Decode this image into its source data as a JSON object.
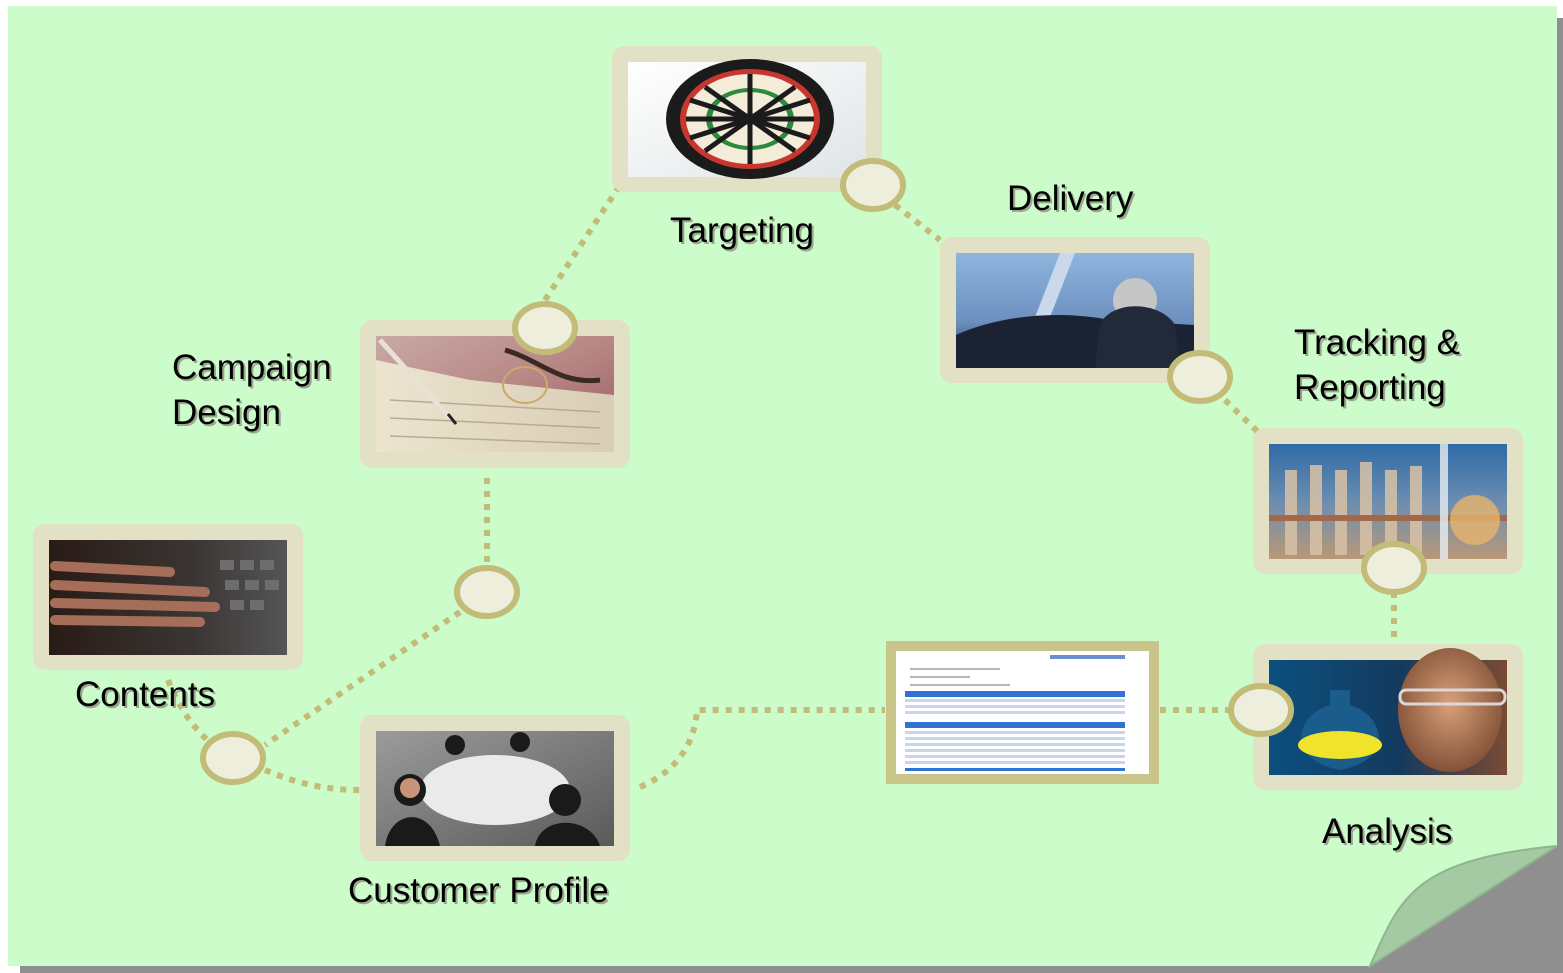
{
  "colors": {
    "background": "#cbfcc9",
    "frame": "#e3e1c5",
    "connector": "#c2bc78",
    "node_fill": "#edeedc",
    "page_curl": "#a3caa2",
    "shadow": "#8f8f8f"
  },
  "stages": {
    "targeting": {
      "label": "Targeting",
      "image": "dartboard-photo"
    },
    "delivery": {
      "label": "Delivery",
      "image": "ship-captain-photo"
    },
    "campaign_design": {
      "line1": "Campaign",
      "line2": "Design",
      "image": "pen-document-photo"
    },
    "tracking": {
      "line1": "Tracking &",
      "line2": "Reporting",
      "image": "laboratory-flasks-photo"
    },
    "contents": {
      "label": "Contents",
      "image": "typing-keyboard-photo"
    },
    "customer_profile": {
      "label": "Customer Profile",
      "image": "business-meeting-photo"
    },
    "analysis": {
      "label": "Analysis",
      "image": "scientist-flask-photo"
    },
    "report": {
      "image": "campaign-report-document"
    }
  }
}
